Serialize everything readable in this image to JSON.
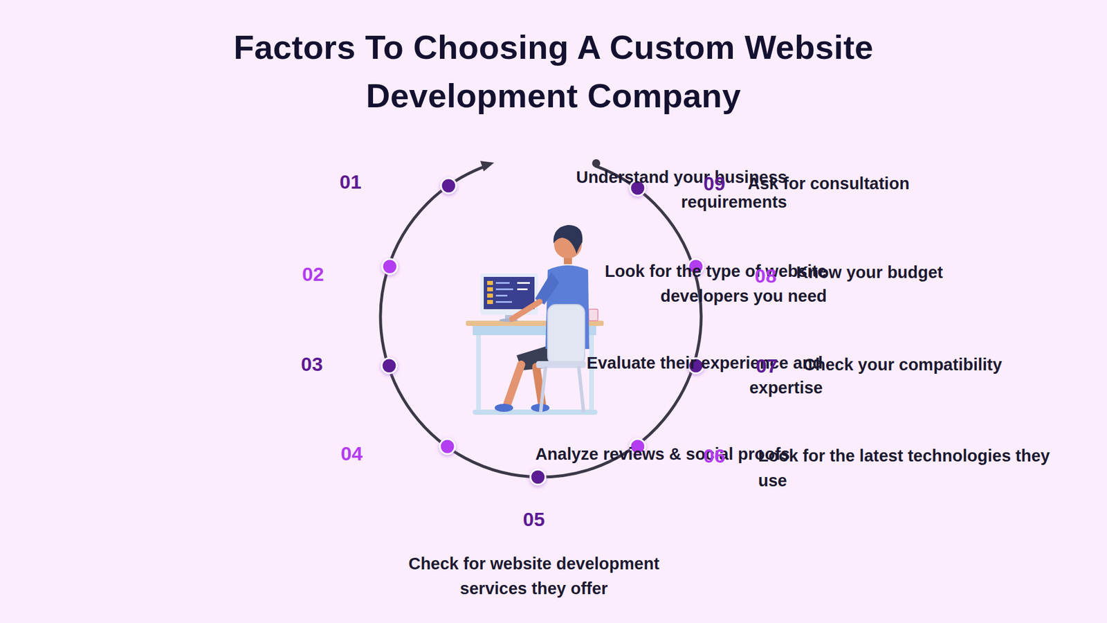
{
  "diagram": {
    "title": "Factors To Choosing A Custom Website Development Company",
    "labels": [
      "Understand your business requirements",
      "01",
      "09",
      "Ask for consultation",
      "Look for the type of website developers you need",
      "02",
      "08",
      "Know your budget",
      "Evaluate their experience and expertise",
      "03",
      "07",
      "Check your compatibility",
      "Analyze reviews & social proofs",
      "04",
      "06",
      "Look for the latest technologies they use",
      "05",
      "Check for website development services they offer"
    ]
  }
}
